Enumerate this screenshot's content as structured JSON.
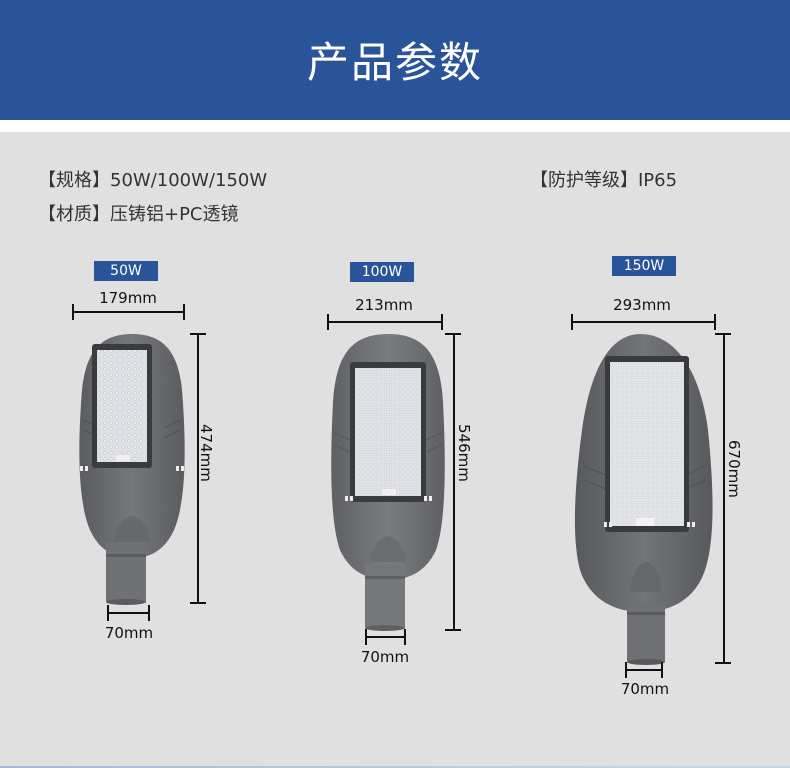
{
  "header": {
    "title": "产品参数",
    "bg_color": "#2a549a"
  },
  "specs": {
    "spec_label": "【规格】",
    "spec_value": "50W/100W/150W",
    "material_label": "【材质】",
    "material_value": "压铸铝+PC透镜",
    "protection_label": "【防护等级】",
    "protection_value": "IP65"
  },
  "models": [
    {
      "badge": "50W",
      "width": "179mm",
      "height": "474mm",
      "pole": "70mm"
    },
    {
      "badge": "100W",
      "width": "213mm",
      "height": "546mm",
      "pole": "70mm"
    },
    {
      "badge": "150W",
      "width": "293mm",
      "height": "670mm",
      "pole": "70mm"
    }
  ],
  "colors": {
    "accent": "#2a549a",
    "background": "#e0e0e0",
    "lamp_body": "#6b6d70",
    "led_panel": "#e8e9ec"
  }
}
